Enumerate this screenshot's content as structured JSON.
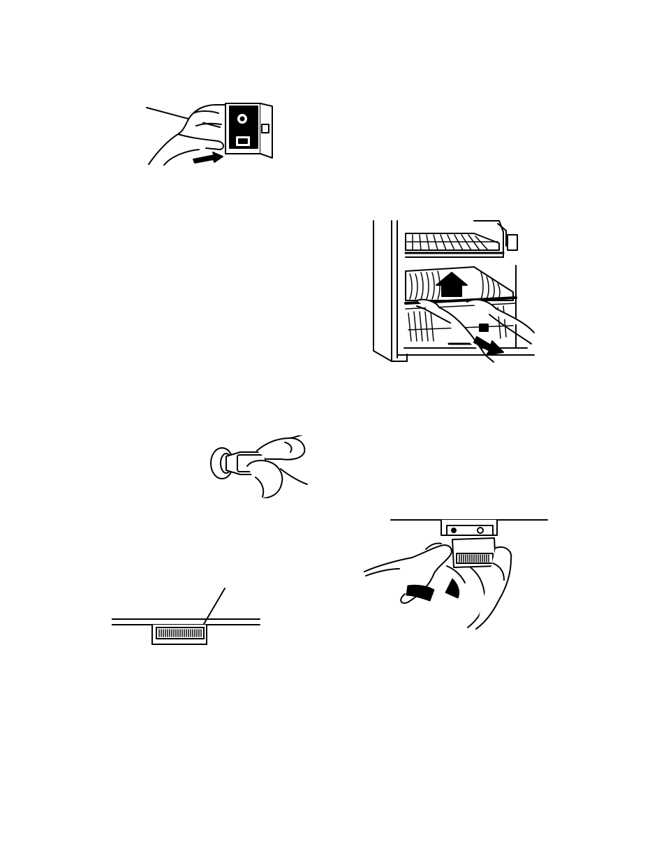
{
  "page": {
    "kind": "appliance manual illustration page",
    "background": "#ffffff",
    "ink": "#000000"
  },
  "illustrations": [
    {
      "id": "fig-control",
      "icon": "temperature-control-removal"
    },
    {
      "id": "fig-fridge",
      "icon": "refrigerator-shelf-removal"
    },
    {
      "id": "fig-bulb-hand",
      "icon": "light-bulb-replacement"
    },
    {
      "id": "fig-light-cover",
      "icon": "light-shield"
    },
    {
      "id": "fig-cover-removal",
      "icon": "light-shield-removal"
    }
  ]
}
